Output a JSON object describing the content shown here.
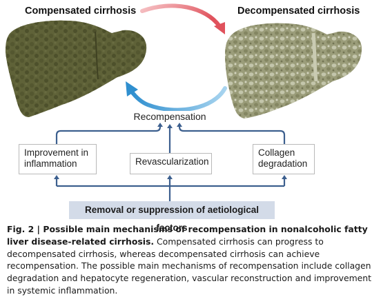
{
  "labels": {
    "compensated": "Compensated cirrhosis",
    "decompensated": "Decompensated cirrhosis",
    "recompensation": "Recompensation"
  },
  "mechanisms": {
    "inflammation": "Improvement in inflammation",
    "revascularization": "Revascularization",
    "collagen": "Collagen degradation"
  },
  "removal": "Removal or suppression of aetiological factors",
  "caption": {
    "title": "Fig. 2 | Possible main mechanisms of recompensation in nonalcoholic fatty liver disease-related cirrhosis.",
    "body": " Compensated cirrhosis can progress to decompensated cirrhosis, whereas decompensated cirrhosis can achieve recompensation. The possible main mechanisms of recompensation include collagen degradation and hepatocyte regeneration, vascular reconstruction and improvement in systemic inflammation."
  },
  "colors": {
    "liver_compensated": "#5f6238",
    "liver_decompensated": "#9a9c79",
    "arrow_red": "#e0525c",
    "arrow_blue": "#2f8fcf",
    "connector": "#3c5f8e",
    "removal_bar": "#d3dbe8"
  }
}
